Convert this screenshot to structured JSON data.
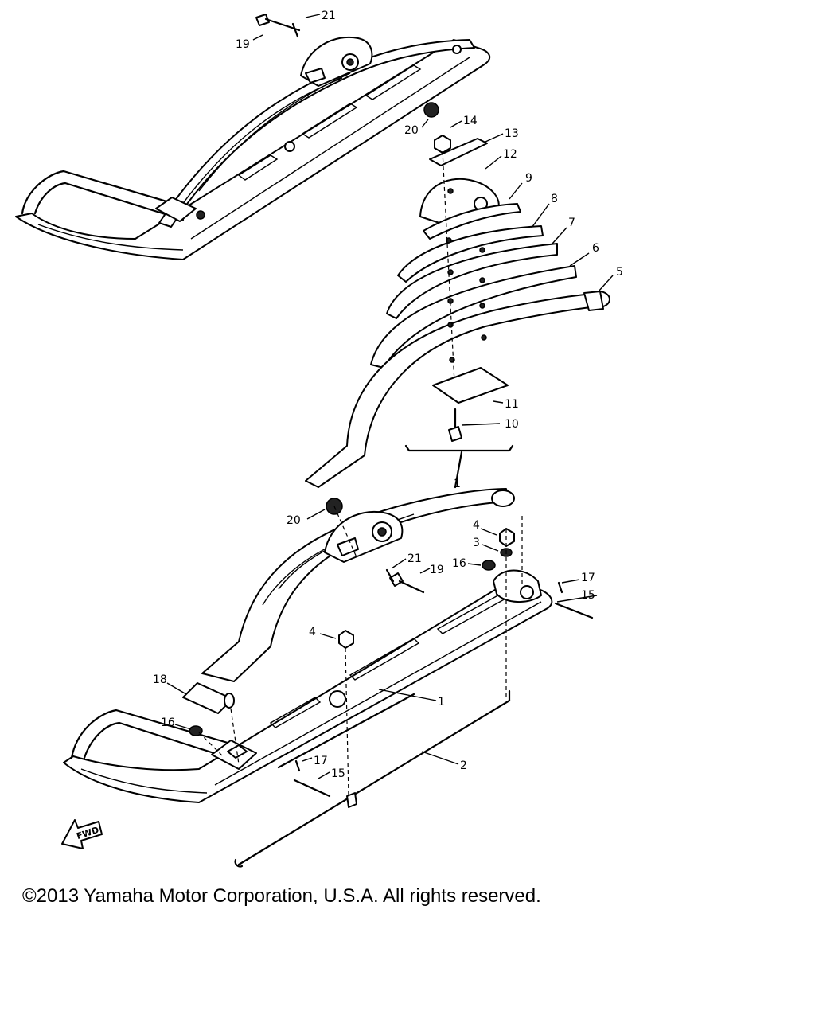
{
  "callouts": {
    "c1a": "1",
    "c1b": "1",
    "c2": "2",
    "c3": "3",
    "c4a": "4",
    "c4b": "4",
    "c5": "5",
    "c6": "6",
    "c7": "7",
    "c8": "8",
    "c9": "9",
    "c10": "10",
    "c11": "11",
    "c12": "12",
    "c13": "13",
    "c14": "14",
    "c15a": "15",
    "c15b": "15",
    "c16a": "16",
    "c16b": "16",
    "c17a": "17",
    "c17b": "17",
    "c18": "18",
    "c19a": "19",
    "c19b": "19",
    "c20a": "20",
    "c20b": "20",
    "c21a": "21",
    "c21b": "21"
  },
  "fwd_label": "FWD",
  "copyright": "©2013 Yamaha Motor Corporation, U.S.A. All rights reserved."
}
